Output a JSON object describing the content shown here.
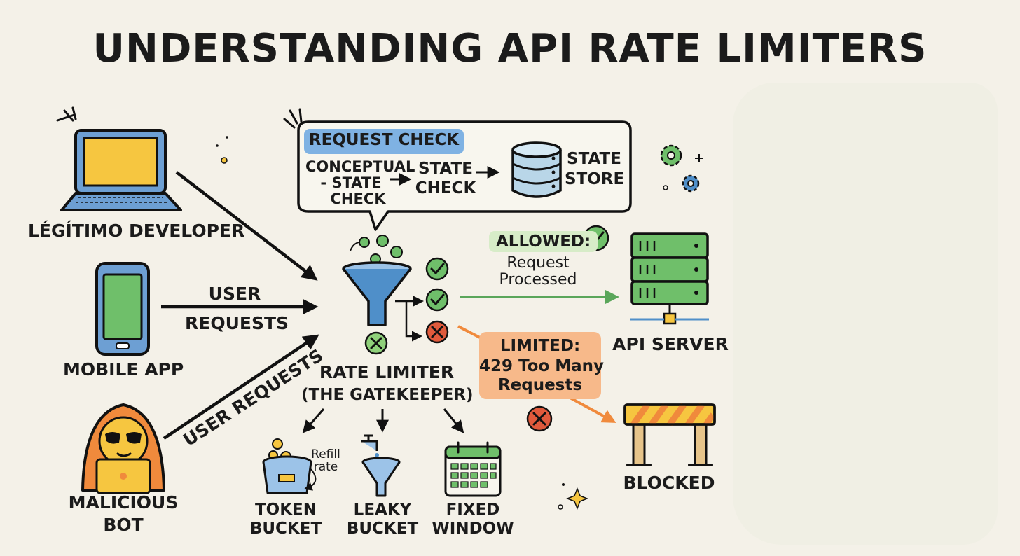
{
  "title": "UNDERSTANDING API RATE LIMITERS",
  "clients": {
    "developer": "LÉGÍTIMO DEVELOPER",
    "mobile": "MOBILE APP",
    "bot_line1": "MALICIOUS",
    "bot_line2": "BOT"
  },
  "arrows": {
    "user_requests_line1": "USER",
    "user_requests_line2": "REQUESTS",
    "user_requests_diag": "USER REQUESTS"
  },
  "request_check": {
    "header": "REQUEST CHECK",
    "conceptual_line1": "CONCEPTUAL",
    "conceptual_line2": "- STATE",
    "conceptual_line3": "CHECK",
    "state_check_line1": "STATE",
    "state_check_line2": "CHECK",
    "state_store_line1": "STATE",
    "state_store_line2": "STORE"
  },
  "rate_limiter": {
    "line1": "RATE LIMITER",
    "line2": "(THE GATEKEEPER)"
  },
  "allowed": {
    "label": "ALLOWED:",
    "line1": "Request",
    "line2": "Processed"
  },
  "limited": {
    "label": "LIMITED:",
    "line1": "429 Too Many",
    "line2": "Requests"
  },
  "api_server": "API SERVER",
  "blocked": "BLOCKED",
  "algorithms": {
    "refill_line1": "Refill",
    "refill_line2": "rate",
    "token_line1": "TOKEN",
    "token_line2": "BUCKET",
    "leaky_line1": "LEAKY",
    "leaky_line2": "BUCKET",
    "fixed_line1": "FIXED",
    "fixed_line2": "WINDOW"
  },
  "colors": {
    "background": "#f4f1e8",
    "green": "#5aa65a",
    "orange": "#f08a3c",
    "red": "#e05a3c",
    "blue": "#4f8fc9",
    "yellow": "#f6c640",
    "allowed_pill": "#d7ecc8",
    "limited_pill": "#f7b98a",
    "header_pill": "#7fb2e3"
  },
  "icons": [
    "laptop-icon",
    "phone-icon",
    "hooded-bot-icon",
    "funnel-icon",
    "database-icon",
    "server-icon",
    "barrier-icon",
    "gear-icon",
    "check-icon",
    "x-icon",
    "bucket-icon",
    "faucet-icon",
    "calendar-icon",
    "sparkle-icon"
  ]
}
